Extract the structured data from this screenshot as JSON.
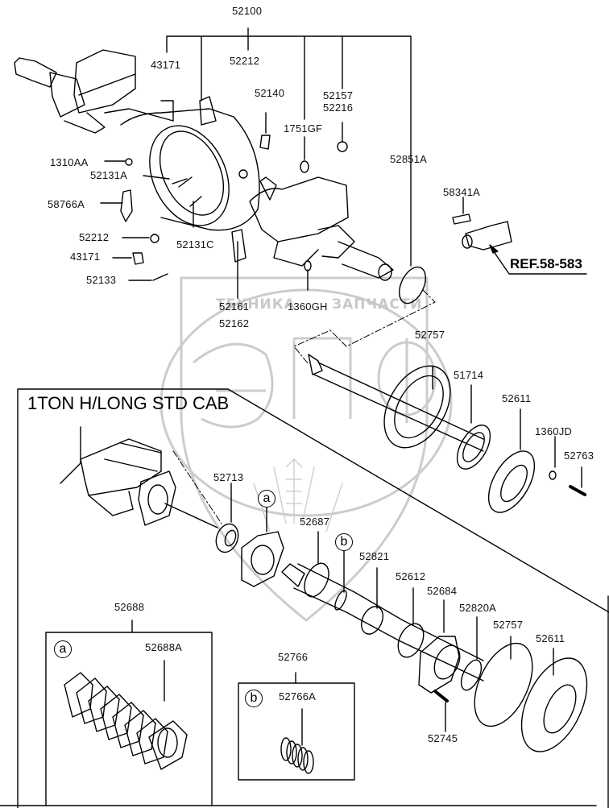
{
  "diagram": {
    "type": "exploded-parts-diagram",
    "subject": "Rear axle housing and axle shaft assembly",
    "watermark": {
      "text_left": "ТЕХНИКА",
      "text_right": "ЗАПЧАСТИ",
      "logo_letters": "ЭПФ",
      "color": "#c8c8c8"
    },
    "section_title": "1TON H/LONG STD CAB",
    "reference": "REF.58-583",
    "callouts": {
      "a": "a",
      "b": "b"
    },
    "labels": {
      "p52100": "52100",
      "p43171_top": "43171",
      "p52212_top": "52212",
      "p52140": "52140",
      "p52157": "52157",
      "p52216": "52216",
      "p1751GF": "1751GF",
      "p52851A": "52851A",
      "p1310AA": "1310AA",
      "p52131A": "52131A",
      "p58766A": "58766A",
      "p52212": "52212",
      "p52131C": "52131C",
      "p43171": "43171",
      "p52133": "52133",
      "p52161": "52161",
      "p52162": "52162",
      "p1360GH": "1360GH",
      "p58341A": "58341A",
      "p52757_top": "52757",
      "p51714": "51714",
      "p52611_top": "52611",
      "p1360JD": "1360JD",
      "p52763": "52763",
      "p52713": "52713",
      "p52687": "52687",
      "p52821": "52821",
      "p52612": "52612",
      "p52684": "52684",
      "p52820A": "52820A",
      "p52757": "52757",
      "p52611": "52611",
      "p52688": "52688",
      "p52688A": "52688A",
      "p52766": "52766",
      "p52766A": "52766A",
      "p52745": "52745"
    }
  }
}
